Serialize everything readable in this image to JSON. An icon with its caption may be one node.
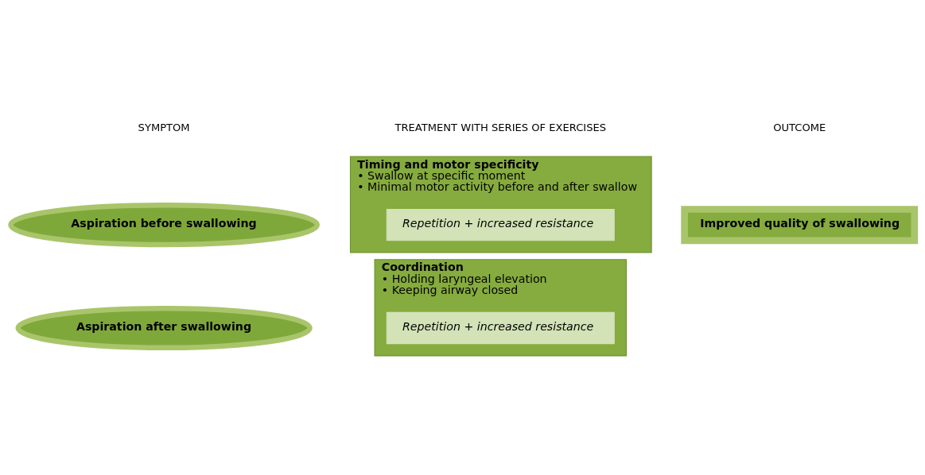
{
  "diagram": {
    "nodes": [
      {
        "text": [
          "Aspiration before swallowing"
        ]
      },
      {
        "text": [
          "Aspiration after swallowing"
        ]
      },
      {
        "text": [
          "Timing and motor specificity",
          "• Swallow at specific moment",
          "• Minimal motor activity before and after swallow"
        ]
      },
      {
        "text": [
          "Repetition + increased resistance"
        ],
        "in": 2
      },
      {
        "text": [
          "Coordination",
          "• Holding laryngeal elevation",
          "• Keeping airway closed"
        ]
      },
      {
        "text": [
          "Repetition + increased resistance"
        ],
        "in": 4
      },
      {
        "text": [
          "Improved quality of swallowing"
        ]
      }
    ],
    "labels": [
      "SYMPTOM",
      "TREATMENT WITH SERIES OF EXERCISES",
      "OUTCOME"
    ]
  }
}
